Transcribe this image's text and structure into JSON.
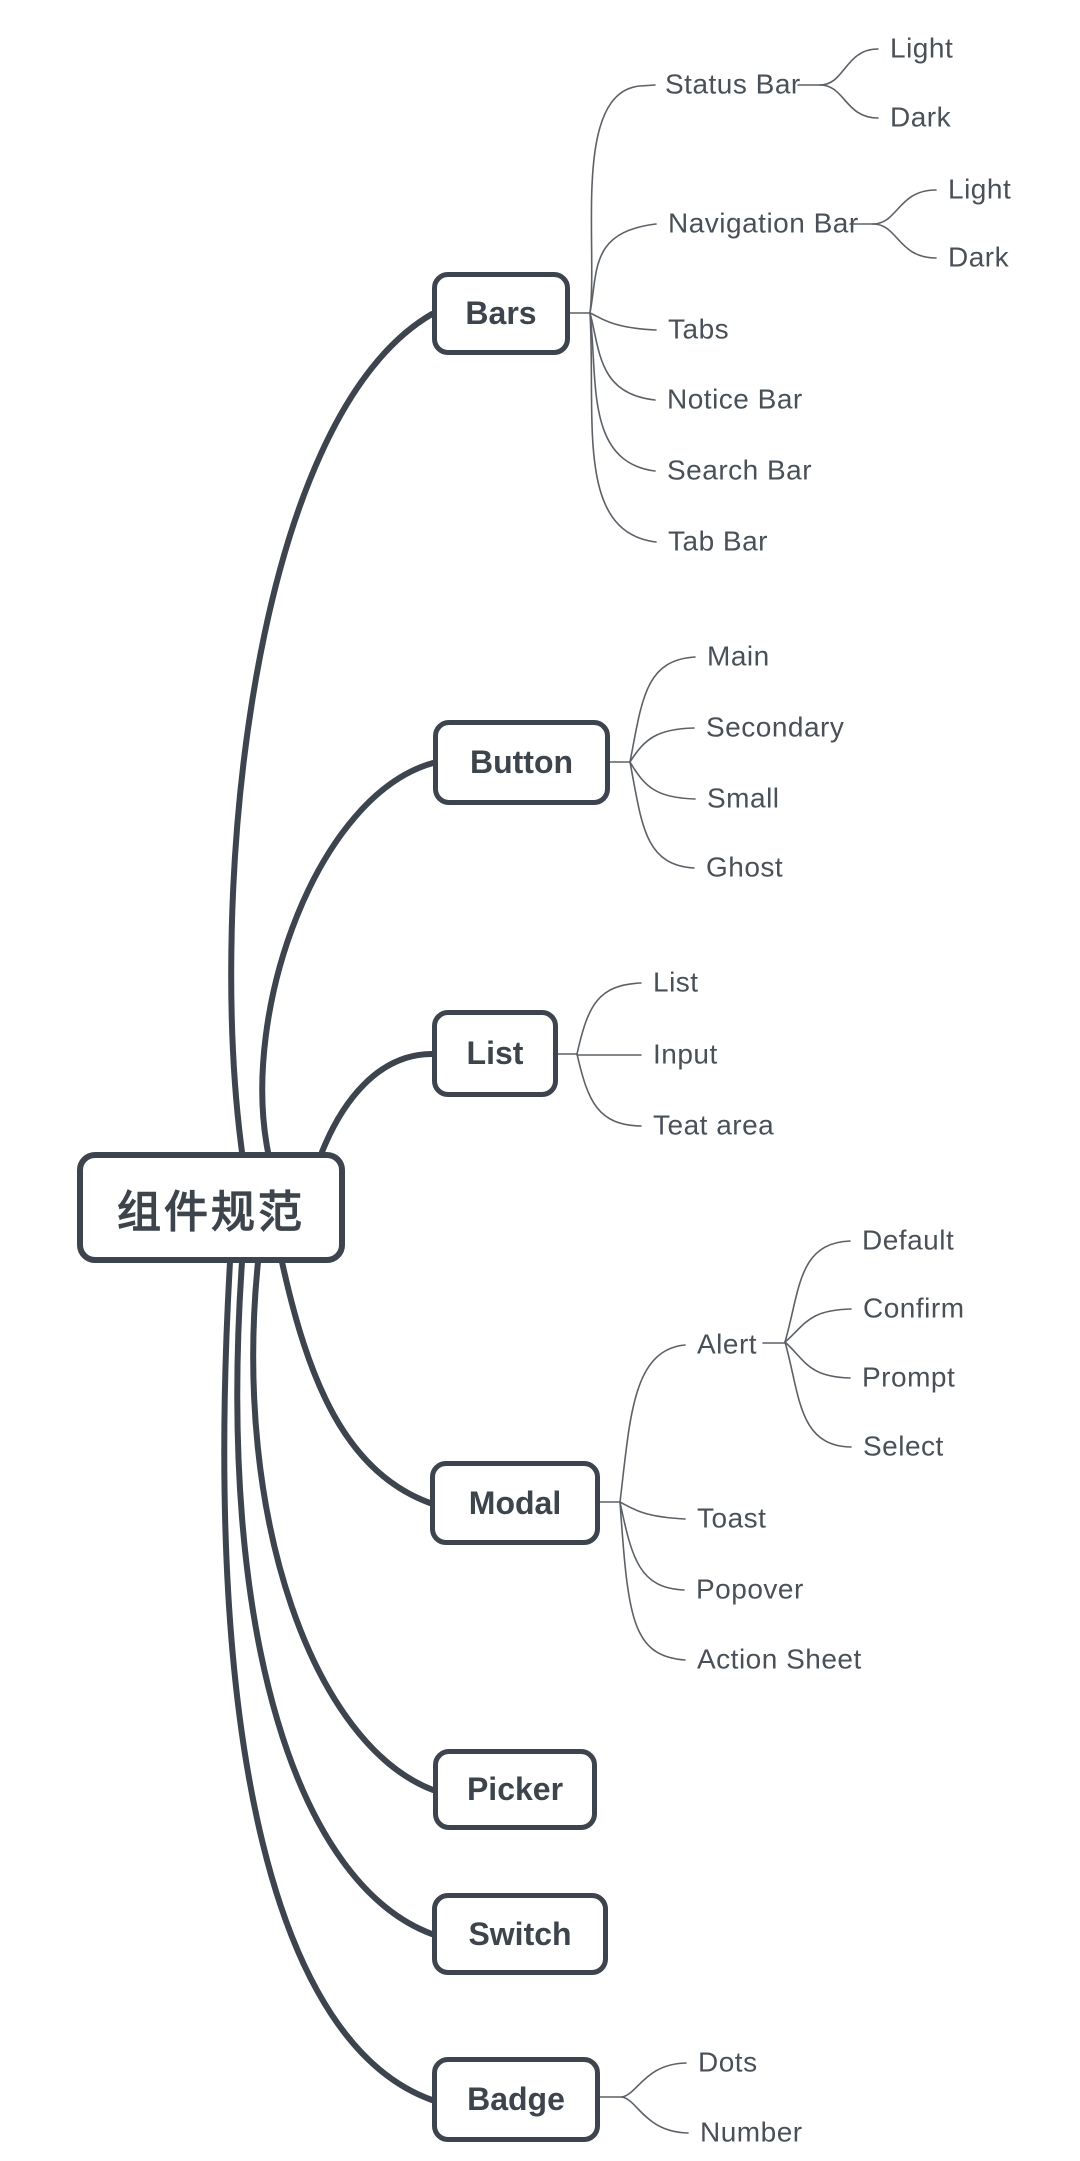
{
  "mindmap": {
    "root": {
      "label": "组件规范"
    },
    "branches": [
      {
        "label": "Bars",
        "children": [
          {
            "label": "Status Bar",
            "children": [
              {
                "label": "Light"
              },
              {
                "label": "Dark"
              }
            ]
          },
          {
            "label": "Navigation Bar",
            "children": [
              {
                "label": "Light"
              },
              {
                "label": "Dark"
              }
            ]
          },
          {
            "label": "Tabs"
          },
          {
            "label": "Notice Bar"
          },
          {
            "label": "Search Bar"
          },
          {
            "label": "Tab Bar"
          }
        ]
      },
      {
        "label": "Button",
        "children": [
          {
            "label": "Main"
          },
          {
            "label": "Secondary"
          },
          {
            "label": "Small"
          },
          {
            "label": "Ghost"
          }
        ]
      },
      {
        "label": "List",
        "children": [
          {
            "label": "List"
          },
          {
            "label": "Input"
          },
          {
            "label": "Teat area"
          }
        ]
      },
      {
        "label": "Modal",
        "children": [
          {
            "label": "Alert",
            "children": [
              {
                "label": "Default"
              },
              {
                "label": "Confirm"
              },
              {
                "label": "Prompt"
              },
              {
                "label": "Select"
              }
            ]
          },
          {
            "label": "Toast"
          },
          {
            "label": "Popover"
          },
          {
            "label": "Action Sheet"
          }
        ]
      },
      {
        "label": "Picker",
        "children": []
      },
      {
        "label": "Switch",
        "children": []
      },
      {
        "label": "Badge",
        "children": [
          {
            "label": "Dots"
          },
          {
            "label": "Number"
          }
        ]
      }
    ],
    "colors": {
      "node_border": "#3d444d",
      "node_text": "#3d444c",
      "leaf_text": "#4a5058",
      "edge_thick": "#3d444d",
      "edge_thin": "#5c6167",
      "background": "#ffffff"
    }
  }
}
